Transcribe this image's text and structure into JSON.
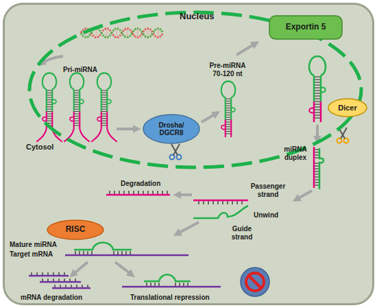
{
  "diagram": {
    "nodes": [
      {
        "text": [
          "Cytosol"
        ]
      },
      {
        "text": [
          "Nucleus"
        ],
        "in": 0
      },
      {
        "text": [
          "Drosha/ DGCR8"
        ],
        "in": 1
      },
      {
        "text": [
          "Exportin 5"
        ],
        "in": 0
      },
      {
        "text": [
          "Dicer"
        ],
        "in": 0
      },
      {
        "text": [
          "RISC"
        ],
        "in": 0
      }
    ],
    "labels": [
      "Pri-miRNA",
      "Pre-miRNA 70-120 nt",
      "miRNA duplex",
      "Degradation",
      "Passenger strand",
      "Unwind",
      "Guide strand",
      "Mature miRNA",
      "Target mRNA",
      "mRNA degradation",
      "Translational repression"
    ]
  }
}
